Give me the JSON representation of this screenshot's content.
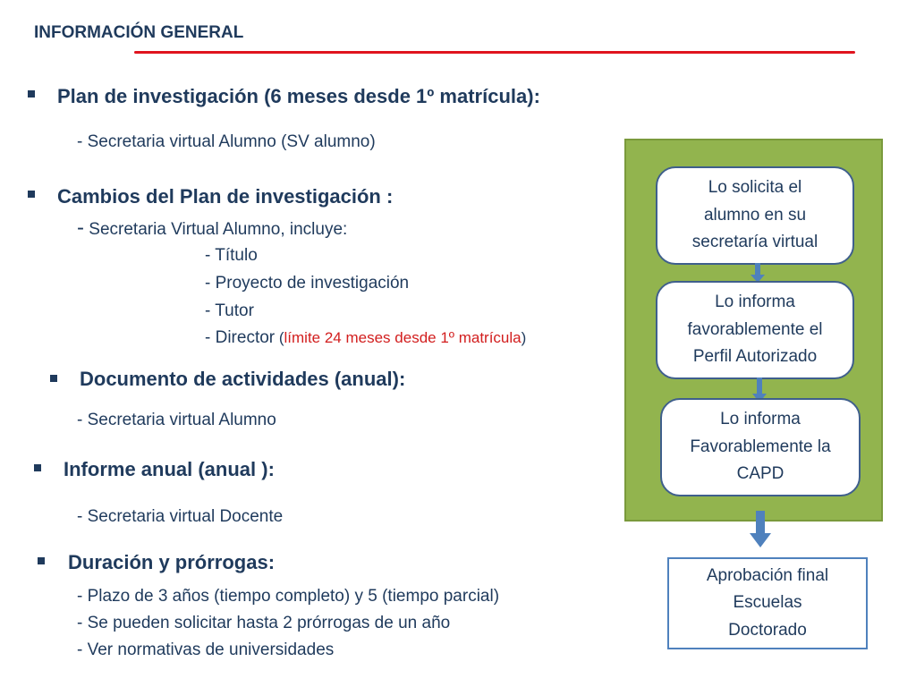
{
  "header": {
    "title": "INFORMACIÓN GENERAL"
  },
  "sections": {
    "plan": {
      "heading": "Plan de investigación (6 meses desde 1º matrícula):",
      "line1": "- Secretaria virtual Alumno (SV alumno)"
    },
    "cambios": {
      "heading": "Cambios del Plan de investigación :",
      "dash": "-",
      "line1": " Secretaria Virtual Alumno, incluye:",
      "item_titulo": "- Título",
      "item_proyecto": "- Proyecto de investigación",
      "item_tutor": "- Tutor",
      "item_director": "- Director",
      "director_paren_open": " (",
      "director_note": "límite 24 meses desde 1º matrícula",
      "director_paren_close": ")"
    },
    "documento": {
      "heading": "Documento de actividades (anual):",
      "line1": "- Secretaria virtual Alumno"
    },
    "informe": {
      "heading": "Informe anual (anual ):",
      "line1": "- Secretaria virtual Docente"
    },
    "duracion": {
      "heading": "Duración y prórrogas:",
      "line1": "- Plazo de 3 años (tiempo completo) y 5 (tiempo parcial)",
      "line2": "- Se pueden solicitar hasta 2 prórrogas de un año",
      "line3": "- Ver normativas de universidades"
    }
  },
  "flow": {
    "step1": [
      "Lo solicita el",
      "alumno en su",
      "secretaría virtual"
    ],
    "step2": [
      "Lo informa",
      "favorablemente el",
      "Perfil Autorizado"
    ],
    "step3": [
      "Lo informa",
      "Favorablemente la",
      "CAPD"
    ],
    "final": [
      "Aprobación final",
      "Escuelas",
      "Doctorado"
    ]
  },
  "colors": {
    "text": "#1f3a5c",
    "accent_red": "#e0141e",
    "panel_green": "#92b44e",
    "arrow_blue": "#4f81bd"
  }
}
